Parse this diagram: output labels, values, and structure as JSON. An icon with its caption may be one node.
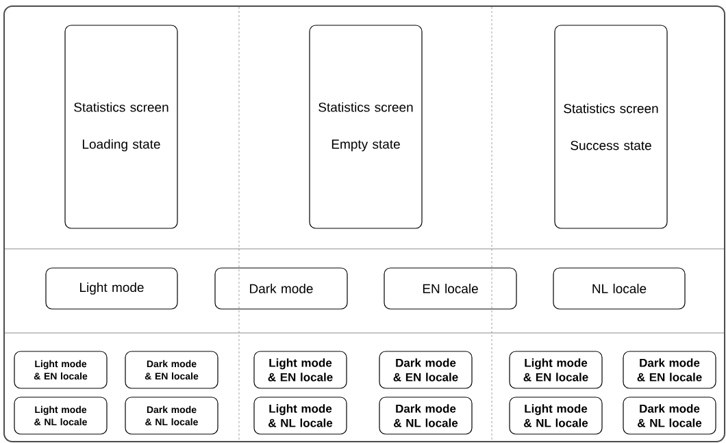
{
  "diagram": {
    "nodes": [
      {
        "text": [
          "Statistics screen",
          "Loading state"
        ]
      },
      {
        "text": [
          "Statistics screen",
          "Empty state"
        ]
      },
      {
        "text": [
          "Statistics screen",
          "Success state"
        ]
      },
      {
        "text": [
          "Light mode"
        ]
      },
      {
        "text": [
          "Dark mode"
        ]
      },
      {
        "text": [
          "EN locale"
        ]
      },
      {
        "text": [
          "NL locale"
        ]
      },
      {
        "text": [
          "Light mode & EN locale"
        ]
      },
      {
        "text": [
          "Dark mode & EN locale"
        ]
      },
      {
        "text": [
          "Light mode & EN locale"
        ]
      },
      {
        "text": [
          "Dark mode & EN locale"
        ]
      },
      {
        "text": [
          "Light mode & EN locale"
        ]
      },
      {
        "text": [
          "Dark mode & EN locale"
        ]
      },
      {
        "text": [
          "Light mode & NL locale"
        ]
      },
      {
        "text": [
          "Dark mode & NL locale"
        ]
      },
      {
        "text": [
          "Light mode & NL locale"
        ]
      },
      {
        "text": [
          "Dark mode & NL locale"
        ]
      },
      {
        "text": [
          "Light mode & NL locale"
        ]
      },
      {
        "text": [
          "Dark mode & NL locale"
        ]
      }
    ]
  }
}
